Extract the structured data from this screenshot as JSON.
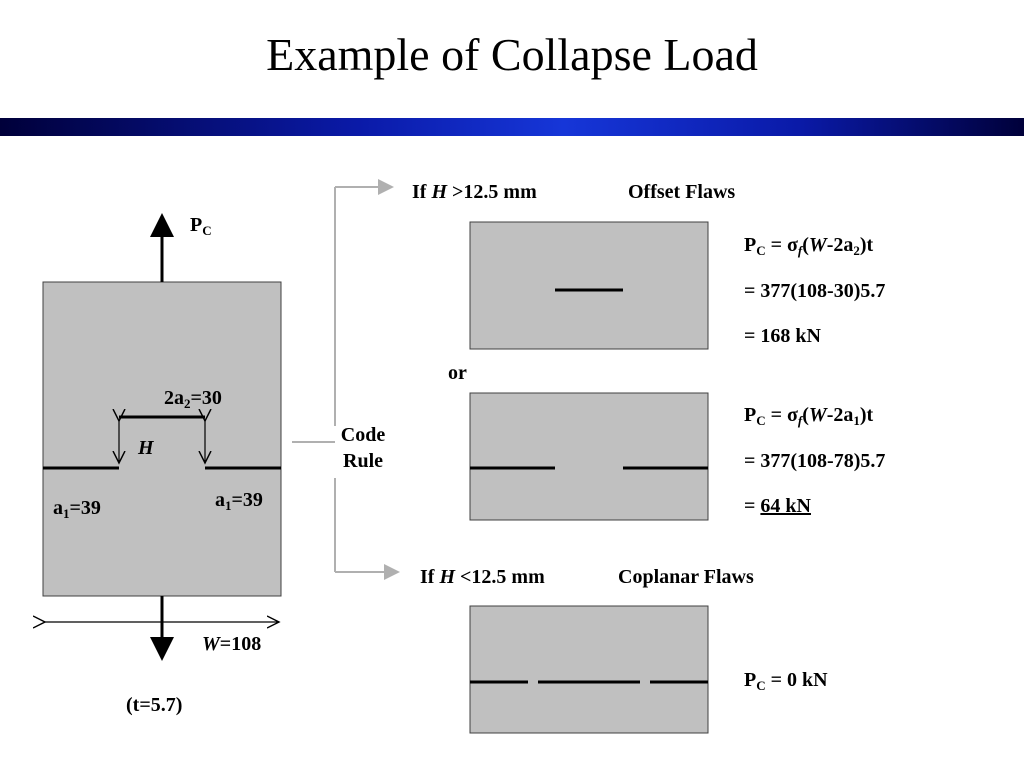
{
  "slide": {
    "title": "Example of Collapse Load"
  },
  "left_specimen": {
    "load_label": "P",
    "load_sub": "C",
    "center_flaw_prefix": "2a",
    "center_flaw_sub": "2",
    "center_flaw_suffix": "=30",
    "spacing_label": "H",
    "left_flaw_prefix": "a",
    "left_flaw_sub": "1",
    "left_flaw_suffix": "=39",
    "right_flaw_prefix": "a",
    "right_flaw_sub": "1",
    "right_flaw_suffix": "=39",
    "width_var": "W",
    "width_value": "=108",
    "thickness": "(t=5.7)"
  },
  "code_rule": {
    "line1": "Code",
    "line2": "Rule"
  },
  "offset_case": {
    "condition_prefix": "If ",
    "condition_var": "H",
    "condition_suffix": " >12.5 mm",
    "heading": "Offset Flaws",
    "option1": {
      "eq_lhs": "P",
      "eq_lhs_sub": "C",
      "eq_mid": " = ",
      "sigma": "σ",
      "sigma_sub": "f",
      "paren_open": "(",
      "w_var": "W",
      "minus_part": "-2a",
      "a_sub": "2",
      "paren_close": ")t",
      "line2": "= 377(108-30)5.7",
      "line3": "= 168 kN"
    },
    "or_label": "or",
    "option2": {
      "eq_lhs": "P",
      "eq_lhs_sub": "C",
      "eq_mid": " = ",
      "sigma": "σ",
      "sigma_sub": "f",
      "paren_open": "(",
      "w_var": "W",
      "minus_part": "-2a",
      "a_sub": "1",
      "paren_close": ")t",
      "line2": "= 377(108-78)5.7",
      "line3_prefix": "= ",
      "line3_value": "64 kN"
    }
  },
  "coplanar_case": {
    "condition_prefix": "If ",
    "condition_var": "H",
    "condition_suffix": " <12.5 mm",
    "heading": "Coplanar Flaws",
    "eq_lhs": "P",
    "eq_lhs_sub": "C",
    "eq_rhs": " = 0 kN"
  },
  "colors": {
    "plate_fill": "#c0c0c0",
    "plate_stroke": "#404040",
    "connector": "#b0b0b0",
    "flaw": "#000000"
  }
}
